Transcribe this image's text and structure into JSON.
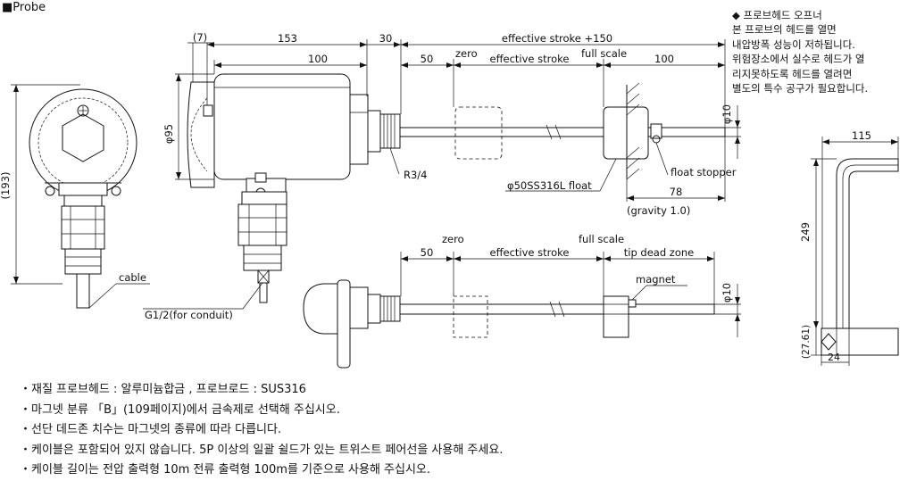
{
  "title": "■Probe",
  "warning": {
    "heading": "◆ 프로브헤드 오프너",
    "lines": [
      "본 프로브의 헤드를 열면",
      "내압방폭 성능이 저하됩니다.",
      "위험장소에서 실수로 헤드가 열",
      "리지못하도록 헤드를 열려면",
      "별도의 특수 공구가 필요합니다."
    ]
  },
  "dims": {
    "d7": "(7)",
    "d153": "153",
    "d30": "30",
    "d100a": "100",
    "d50a": "50",
    "d100b": "100",
    "d193": "(193)",
    "dphi95": "φ95",
    "dphi10a": "φ10",
    "d78": "78",
    "d50b": "50",
    "dphi10b": "φ10",
    "d115": "115",
    "d249": "249",
    "d2761": "(27.61)",
    "d24": "24"
  },
  "labels": {
    "eff150": "effective stroke +150",
    "zero1": "zero",
    "eff1": "effective stroke",
    "full1": "full scale",
    "r34": "R3/4",
    "float": "φ50SS316L float",
    "stopper": "float stopper",
    "gravity": "(gravity 1.0)",
    "cable": "cable",
    "g12": "G1/2(for conduit)",
    "zero2": "zero",
    "eff2": "effective stroke",
    "full2": "full scale",
    "tip": "tip dead zone",
    "magnet": "magnet"
  },
  "notes": [
    "・재질 프로브헤드 :  알루미늄합금 , 프로브로드 : SUS316",
    "・마그넷 분류 「B」(109페이지)에서 금속제로 선택해 주십시오.",
    "・선단 데드존 치수는 마그넷의 종류에 따라 다릅니다.",
    "・케이블은 포함되어 있지 않습니다.  5P 이상의 일괄 쉴드가 있는 트위스트 페어선을 사용해 주세요.",
    "・케이블 길이는 전압 출력형 10m 전류 출력형 100m를 기준으로 사용해 주십시오."
  ]
}
